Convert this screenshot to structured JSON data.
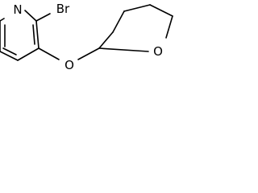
{
  "molecule": {
    "atoms": {
      "nitrogen": "N",
      "bromine": "Br",
      "ether_oxygen": "O",
      "ring_oxygen": "O"
    }
  }
}
